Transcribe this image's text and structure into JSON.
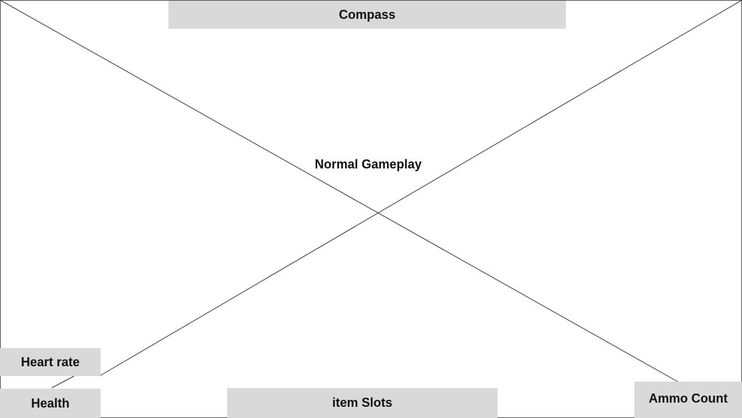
{
  "screen": {
    "title": "Normal Gameplay"
  },
  "hud": {
    "compass_label": "Compass",
    "heart_rate_label": "Heart rate",
    "health_label": "Health",
    "item_slots_label": "item Slots",
    "ammo_count_label": "Ammo Count"
  },
  "colors": {
    "background": "#ffffff",
    "hud_box": "#d9d9d9",
    "line": "#333333",
    "text": "#111111"
  }
}
